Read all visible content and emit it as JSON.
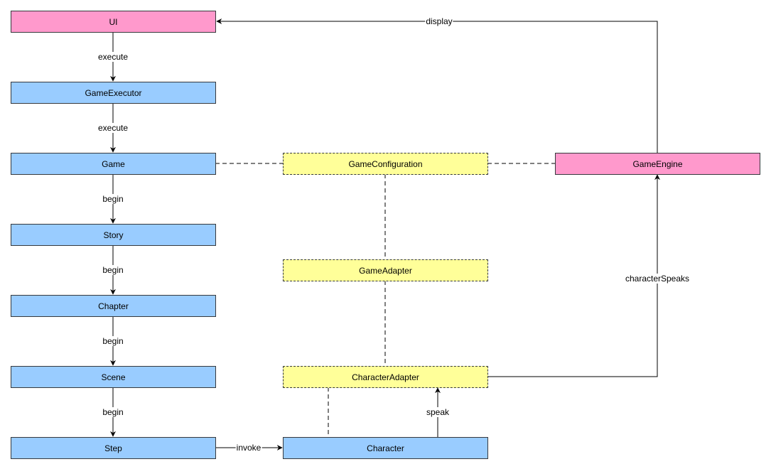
{
  "nodes": {
    "ui": {
      "label": "UI",
      "color": "#ff99cc"
    },
    "game_executor": {
      "label": "GameExecutor",
      "color": "#99ccff"
    },
    "game": {
      "label": "Game",
      "color": "#99ccff"
    },
    "story": {
      "label": "Story",
      "color": "#99ccff"
    },
    "chapter": {
      "label": "Chapter",
      "color": "#99ccff"
    },
    "scene": {
      "label": "Scene",
      "color": "#99ccff"
    },
    "step": {
      "label": "Step",
      "color": "#99ccff"
    },
    "game_configuration": {
      "label": "GameConfiguration",
      "color": "#ffff99"
    },
    "game_adapter": {
      "label": "GameAdapter",
      "color": "#ffff99"
    },
    "character_adapter": {
      "label": "CharacterAdapter",
      "color": "#ffff99"
    },
    "character": {
      "label": "Character",
      "color": "#99ccff"
    },
    "game_engine": {
      "label": "GameEngine",
      "color": "#ff99cc"
    }
  },
  "edges": {
    "ui_to_executor": "execute",
    "executor_to_game": "execute",
    "game_to_story": "begin",
    "story_to_chapter": "begin",
    "chapter_to_scene": "begin",
    "scene_to_step": "begin",
    "step_to_character": "invoke",
    "character_to_adapter": "speak",
    "adapter_to_engine": "characterSpeaks",
    "engine_to_ui": "display"
  }
}
